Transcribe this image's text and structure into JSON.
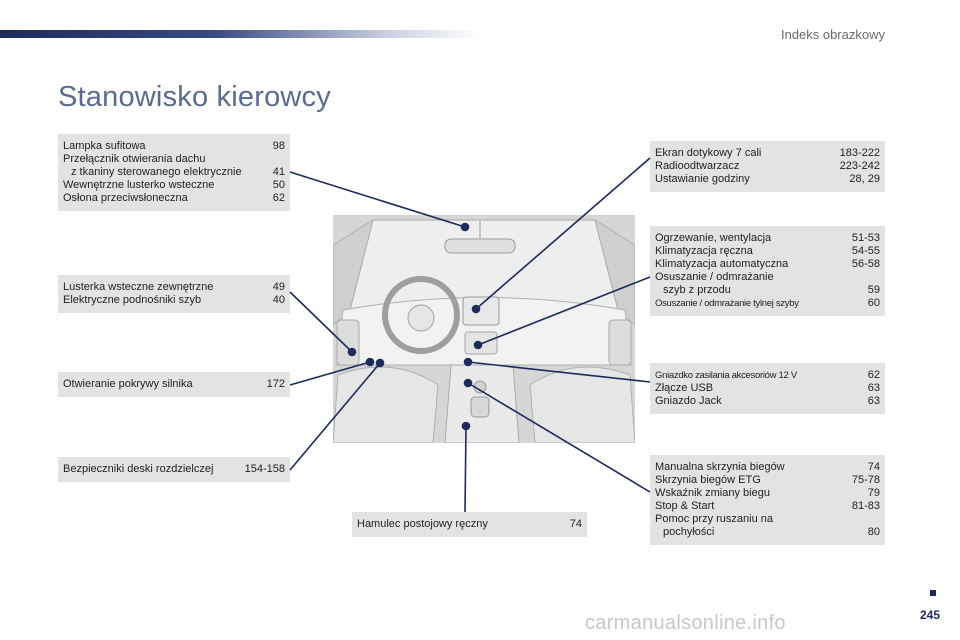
{
  "header": {
    "section": "Indeks obrazkowy"
  },
  "title": "Stanowisko kierowcy",
  "boxes": {
    "roof": [
      {
        "label": "Lampka sufitowa",
        "page": "98"
      },
      {
        "label": "Przełącznik otwierania dachu",
        "page": ""
      },
      {
        "label": "z tkaniny sterowanego elektrycznie",
        "page": "41"
      },
      {
        "label": "Wewnętrzne lusterko wsteczne",
        "page": "50"
      },
      {
        "label": "Osłona przeciwsłoneczna",
        "page": "62"
      }
    ],
    "mirrors": [
      {
        "label": "Lusterka wsteczne zewnętrzne",
        "page": "49"
      },
      {
        "label": "Elektryczne podnośniki szyb",
        "page": "40"
      }
    ],
    "bonnet": [
      {
        "label": "Otwieranie pokrywy silnika",
        "page": "172"
      }
    ],
    "fuses": [
      {
        "label": "Bezpieczniki deski rozdzielczej",
        "page": "154-158"
      }
    ],
    "handbrake": [
      {
        "label": "Hamulec postojowy ręczny",
        "page": "74"
      }
    ],
    "screen": [
      {
        "label": "Ekran dotykowy 7 cali",
        "page": "183-222"
      },
      {
        "label": "Radioodtwarzacz",
        "page": "223-242"
      },
      {
        "label": "Ustawianie godziny",
        "page": "28, 29"
      }
    ],
    "heating": [
      {
        "label": "Ogrzewanie, wentylacja",
        "page": "51-53"
      },
      {
        "label": "Klimatyzacja ręczna",
        "page": "54-55"
      },
      {
        "label": "Klimatyzacja automatyczna",
        "page": "56-58"
      },
      {
        "label": "Osuszanie / odmrażanie",
        "page": ""
      },
      {
        "label": "szyb z przodu",
        "page": "59"
      },
      {
        "label": "Osuszanie / odmrażanie tylnej szyby",
        "page": "60"
      }
    ],
    "sockets": [
      {
        "label": "Gniazdko zasilania akcesoriów 12 V",
        "page": "62"
      },
      {
        "label": "Złącze USB",
        "page": "63"
      },
      {
        "label": "Gniazdo Jack",
        "page": "63"
      }
    ],
    "gearbox": [
      {
        "label": "Manualna skrzynia biegów",
        "page": "74"
      },
      {
        "label": "Skrzynia biegów ETG",
        "page": "75-78"
      },
      {
        "label": "Wskaźnik zmiany biegu",
        "page": "79"
      },
      {
        "label": "Stop & Start",
        "page": "81-83"
      },
      {
        "label": "Pomoc przy ruszaniu na",
        "page": ""
      },
      {
        "label": "pochyłości",
        "page": "80"
      }
    ]
  },
  "page_number": "245",
  "watermark": "carmanualsonline.info",
  "colors": {
    "accent": "#1d2a5c",
    "title": "#5a6b8f",
    "box": "#e3e3e3"
  }
}
